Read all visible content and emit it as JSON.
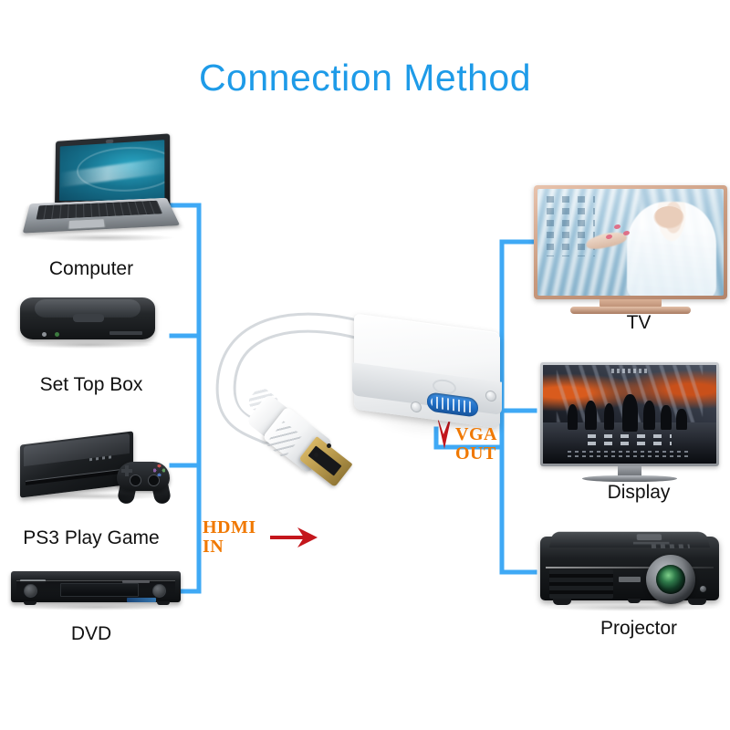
{
  "page": {
    "title": "Connection Method",
    "title_color": "#1E9BE8",
    "background": "#FFFFFF",
    "wire_color": "#3FA9F5",
    "callout_color": "#F07800",
    "arrow_color": "#C4161C"
  },
  "sources": {
    "heading": "",
    "items": [
      {
        "label": "Computer",
        "icon": "laptop-icon"
      },
      {
        "label": "Set Top Box",
        "icon": "set-top-box-icon"
      },
      {
        "label": "PS3 Play Game",
        "icon": "game-console-icon"
      },
      {
        "label": "DVD",
        "icon": "dvd-player-icon"
      }
    ]
  },
  "outputs": {
    "items": [
      {
        "label": "TV",
        "icon": "television-icon"
      },
      {
        "label": "Display",
        "icon": "monitor-icon"
      },
      {
        "label": "Projector",
        "icon": "projector-icon"
      }
    ]
  },
  "adapter": {
    "name": "hdmi-to-vga-adapter",
    "input_callout": {
      "line1": "HDMI",
      "line2": "IN"
    },
    "output_callout": {
      "line1": "VGA",
      "line2": "OUT"
    }
  }
}
